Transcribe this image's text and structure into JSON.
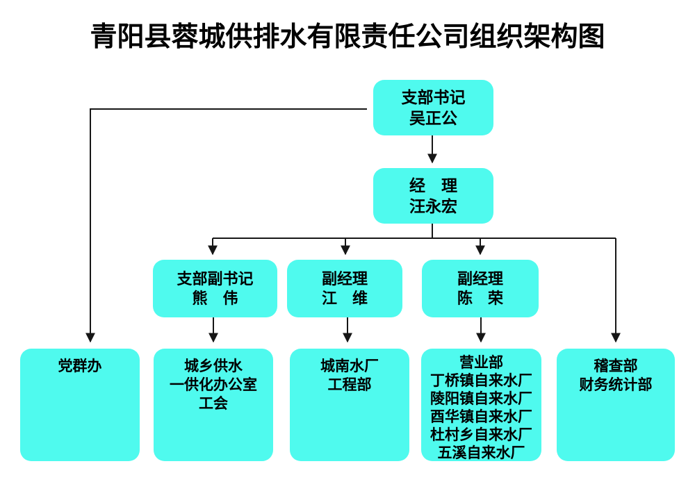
{
  "title": "青阳县蓉城供排水有限责任公司组织架构图",
  "colors": {
    "box_fill": "#4ffaee",
    "connector_line": "#161616",
    "text": "#000000",
    "background": "#ffffff"
  },
  "org": {
    "secretary": {
      "role": "支部书记",
      "name": "吴正公"
    },
    "manager": {
      "role": "经　理",
      "name": "汪永宏"
    },
    "deputy_secretary": {
      "role": "支部副书记",
      "name": "熊　伟"
    },
    "deputy_manager_jiang": {
      "role": "副经理",
      "name": "江　维"
    },
    "deputy_manager_chen": {
      "role": "副经理",
      "name": "陈　荣"
    },
    "dept_party": {
      "lines": [
        "党群办"
      ]
    },
    "dept_supply": {
      "lines": [
        "城乡供水",
        "一供化办公室",
        "工会"
      ]
    },
    "dept_plant": {
      "lines": [
        "城南水厂",
        "工程部"
      ]
    },
    "dept_sales": {
      "lines": [
        "营业部",
        "丁桥镇自来水厂",
        "陵阳镇自来水厂",
        "酉华镇自来水厂",
        "杜村乡自来水厂",
        "五溪自来水厂"
      ]
    },
    "dept_audit": {
      "lines": [
        "稽查部",
        "财务统计部"
      ]
    }
  }
}
